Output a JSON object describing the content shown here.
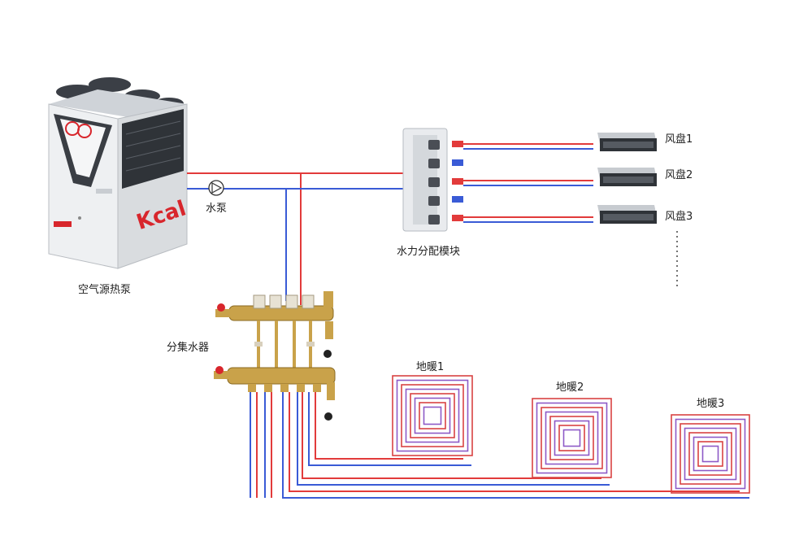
{
  "labels": {
    "heat_pump": "空气源热泵",
    "pump": "水泵",
    "distribution_module": "水力分配模块",
    "manifold": "分集水器",
    "fan_coil_1": "风盘1",
    "fan_coil_2": "风盘2",
    "fan_coil_3": "风盘3",
    "floor_heat_1": "地暖1",
    "floor_heat_2": "地暖2",
    "floor_heat_3": "地暖3"
  },
  "brand_logo": "Kcal",
  "colors": {
    "supply": "#e23b3b",
    "return": "#3a5bd6",
    "brand": "#d8262c",
    "coil_outer": "#d94343",
    "coil_inner": "#8e5ac7"
  }
}
